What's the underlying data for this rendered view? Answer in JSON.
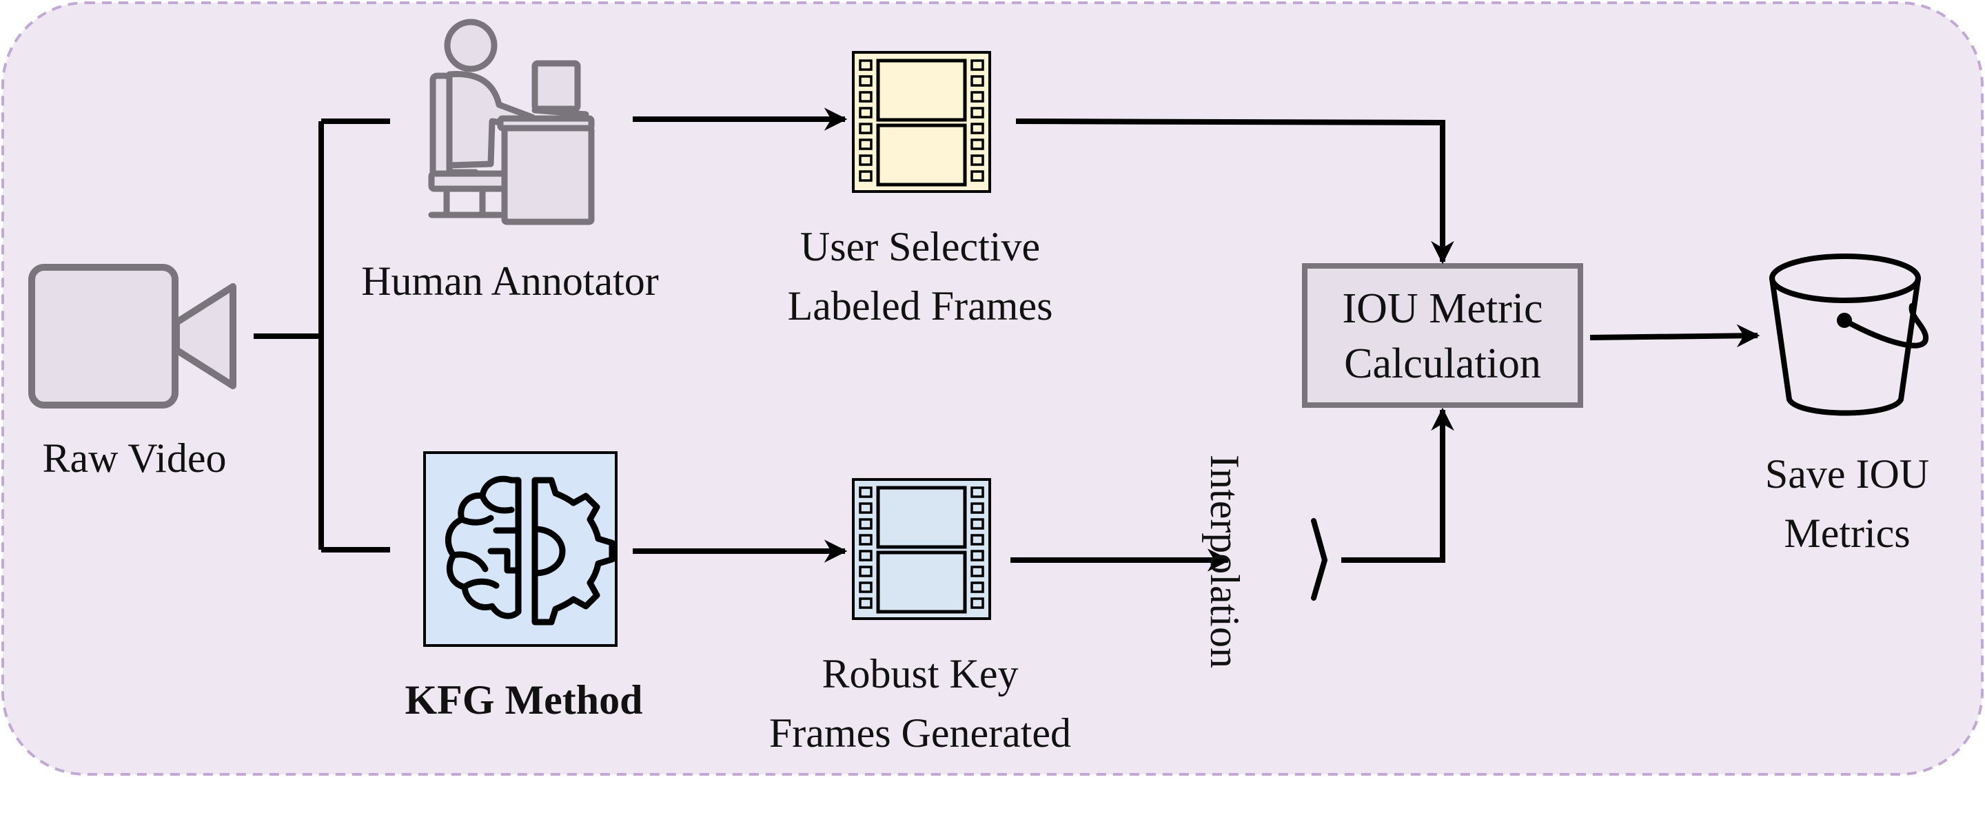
{
  "nodes": {
    "raw_video": "Raw Video",
    "human_annotator": "Human Annotator",
    "kfg_method": "KFG Method",
    "user_frames": [
      "User Selective",
      "Labeled Frames"
    ],
    "robust_frames": [
      "Robust Key",
      "Frames Generated"
    ],
    "interpolation": "Interpolation",
    "iou_calc": [
      "IOU Metric",
      "Calculation"
    ],
    "save_iou": [
      "Save IOU",
      "Metrics"
    ]
  },
  "colors": {
    "background": "#efe8f2",
    "border_dashed": "#c2a9d3",
    "icon_stroke": "#7a757d",
    "icon_fill": "#e6dfea",
    "film_top_fill": "#fdf5d6",
    "film_bottom_fill": "#d8e6f3",
    "kfg_fill": "#d6e6f8",
    "iou_box_fill": "#e6dfea",
    "arrow": "#000000"
  },
  "icons": [
    "video-camera-icon",
    "human-at-desk-icon",
    "brain-gear-icon",
    "film-strip-icon",
    "bucket-icon"
  ]
}
